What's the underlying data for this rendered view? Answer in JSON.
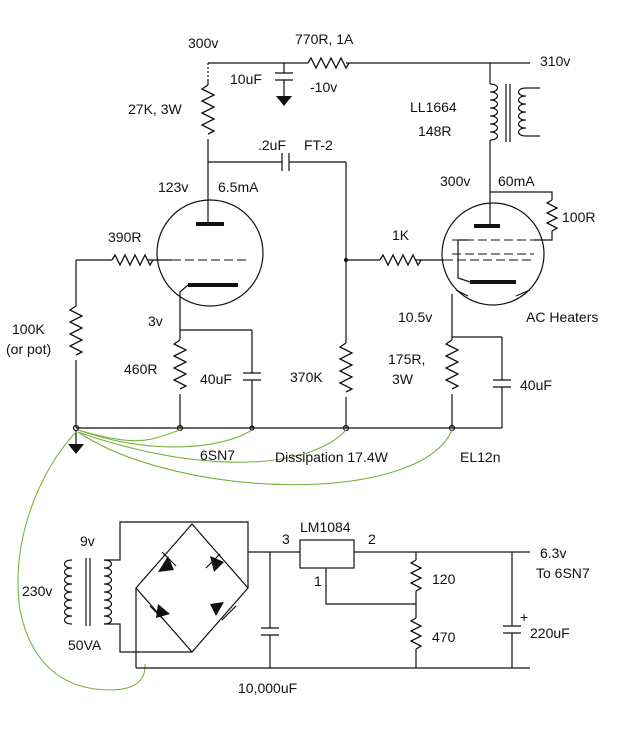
{
  "labels": {
    "b_300_top": "300v",
    "r_770": "770R, 1A",
    "v_310": "310v",
    "c_10uf": "10uF",
    "v_m10": "-10v",
    "r_27k": "27K, 3W",
    "xfmr_name": "LL1664",
    "xfmr_res": "148R",
    "c_02uf": ".2uF",
    "ft2": "FT-2",
    "v_123": "123v",
    "i_65": "6.5mA",
    "v_300_pl": "300v",
    "i_60": "60mA",
    "r_100": "100R",
    "r_390": "390R",
    "r_1k": "1K",
    "r_100k_a": "100K",
    "r_100k_b": "(or pot)",
    "v_3": "3v",
    "v_105": "10.5v",
    "ac_heaters": "AC Heaters",
    "r_460": "460R",
    "c_40uf_a": "40uF",
    "r_370k": "370K",
    "r_175_a": "175R,",
    "r_175_b": "3W",
    "c_40uf_b": "40uF",
    "tube1": "6SN7",
    "dissipation": "Dissipation 17.4W",
    "tube2": "EL12n",
    "v_9": "9v",
    "lm1084": "LM1084",
    "pin3": "3",
    "pin2": "2",
    "pin1": "1",
    "v_63": "6.3v",
    "to_6sn7": "To 6SN7",
    "v_230": "230v",
    "r_120": "120",
    "r_470": "470",
    "c_220uf": "220uF",
    "plus": "+",
    "va_50": "50VA",
    "c_10000uf": "10,000uF"
  },
  "colors": {
    "wire": "#111111",
    "ground_trace": "#7ab23f"
  }
}
